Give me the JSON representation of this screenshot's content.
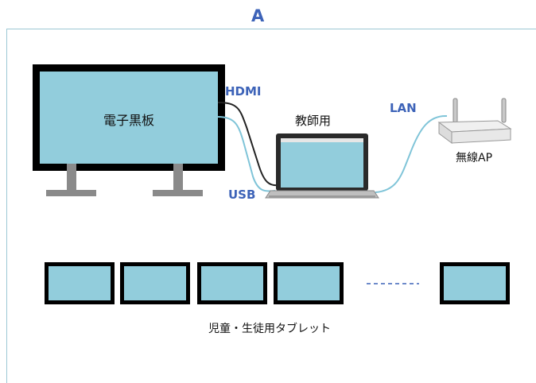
{
  "title": "A",
  "board": {
    "label": "電子黒板"
  },
  "connections": {
    "hdmi": "HDMI",
    "usb": "USB",
    "lan": "LAN"
  },
  "laptop": {
    "label": "教師用"
  },
  "access_point": {
    "label": "無線AP"
  },
  "tablets": {
    "count_shown": 5,
    "label": "児童・生徒用タブレット"
  },
  "colors": {
    "screen": "#92cddc",
    "accent_text": "#3d63b8",
    "cable_lan": "#7fc4d8"
  }
}
